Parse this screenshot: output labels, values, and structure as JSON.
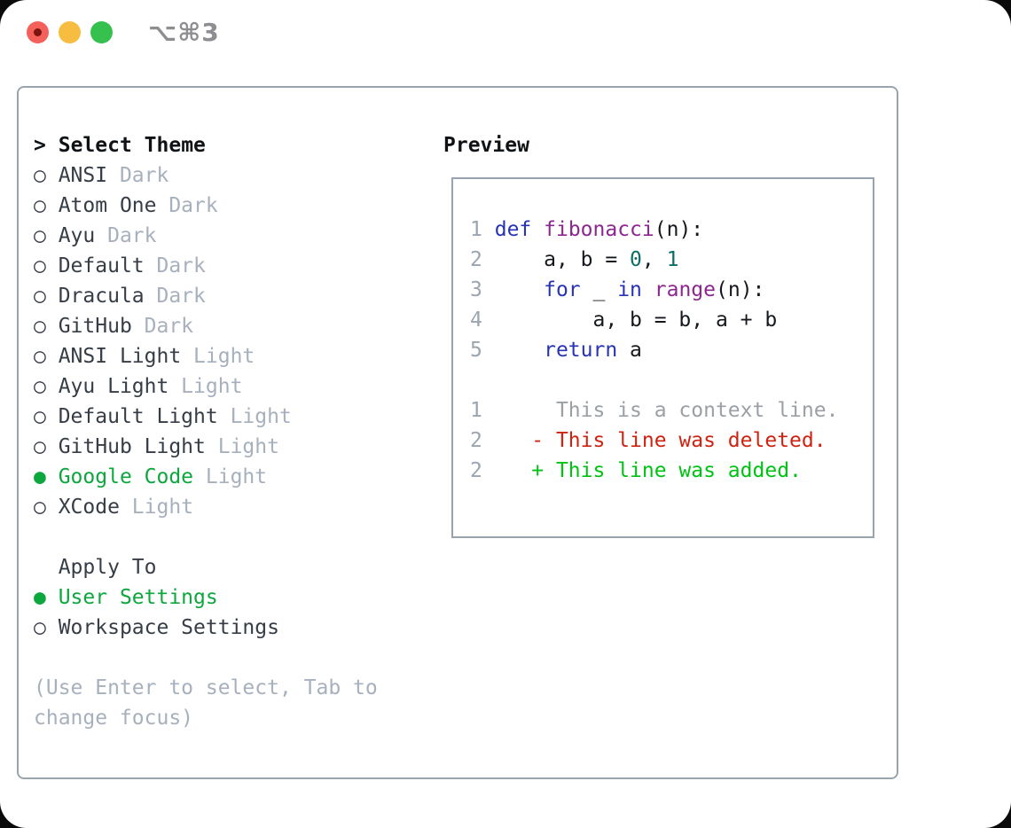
{
  "window": {
    "title_shortcut": "⌥⌘3",
    "traffic_lights": [
      "close",
      "minimize",
      "zoom"
    ]
  },
  "icons": {
    "focus_caret": ">",
    "radio_selected": "●",
    "radio_unselected": "○"
  },
  "colors": {
    "accent_green": "#0ca73d",
    "diff_del_red": "#ce2310",
    "diff_add_green": "#00c213",
    "ctx_gray": "#9aa0a6",
    "muted_gray": "#a7b0bd",
    "item_dark": "#363d46",
    "heading_black": "#101316",
    "kw_blue": "#2733b5",
    "fn_purple": "#8d2790",
    "num_teal": "#0d6e66",
    "lineno_gray": "#9aa5b1",
    "code_black": "#15181c",
    "border_gray": "#9aa4b0",
    "titlebar_gray": "#8d8d92",
    "light_red": "#f4605a",
    "light_red_dot": "#7e1410",
    "light_yellow": "#f7bd40",
    "light_green": "#36c14e"
  },
  "theme_panel": {
    "header_label": "Select Theme",
    "themes": [
      {
        "name": "ANSI",
        "variant": "Dark",
        "selected": false
      },
      {
        "name": "Atom One",
        "variant": "Dark",
        "selected": false
      },
      {
        "name": "Ayu",
        "variant": "Dark",
        "selected": false
      },
      {
        "name": "Default",
        "variant": "Dark",
        "selected": false
      },
      {
        "name": "Dracula",
        "variant": "Dark",
        "selected": false
      },
      {
        "name": "GitHub",
        "variant": "Dark",
        "selected": false
      },
      {
        "name": "ANSI Light",
        "variant": "Light",
        "selected": false
      },
      {
        "name": "Ayu Light",
        "variant": "Light",
        "selected": false
      },
      {
        "name": "Default Light",
        "variant": "Light",
        "selected": false
      },
      {
        "name": "GitHub Light",
        "variant": "Light",
        "selected": false
      },
      {
        "name": "Google Code",
        "variant": "Light",
        "selected": true
      },
      {
        "name": "XCode",
        "variant": "Light",
        "selected": false
      }
    ],
    "apply_to_label": "Apply To",
    "apply_options": [
      {
        "name": "User Settings",
        "selected": true
      },
      {
        "name": "Workspace Settings",
        "selected": false
      }
    ],
    "help_lines": [
      "(Use Enter to select, Tab to",
      "change focus)"
    ]
  },
  "preview_panel": {
    "label": "Preview",
    "lines": [
      {
        "kind": "code-line",
        "ln": "1",
        "tokens": [
          [
            "plain",
            " "
          ],
          [
            "kw",
            "def"
          ],
          [
            "plain",
            " "
          ],
          [
            "fn",
            "fibonacci"
          ],
          [
            "plain",
            "(n):"
          ]
        ]
      },
      {
        "kind": "code-line",
        "ln": "2",
        "tokens": [
          [
            "plain",
            "     a, b = "
          ],
          [
            "num",
            "0"
          ],
          [
            "plain",
            ", "
          ],
          [
            "num",
            "1"
          ]
        ]
      },
      {
        "kind": "code-line",
        "ln": "3",
        "tokens": [
          [
            "plain",
            "     "
          ],
          [
            "kw",
            "for"
          ],
          [
            "plain",
            " _ "
          ],
          [
            "kw",
            "in"
          ],
          [
            "plain",
            " "
          ],
          [
            "fn",
            "range"
          ],
          [
            "plain",
            "(n):"
          ]
        ]
      },
      {
        "kind": "code-line",
        "ln": "4",
        "tokens": [
          [
            "plain",
            "         a, b = b, a + b"
          ]
        ]
      },
      {
        "kind": "code-line",
        "ln": "5",
        "tokens": [
          [
            "plain",
            "     "
          ],
          [
            "kw",
            "return"
          ],
          [
            "plain",
            " a"
          ]
        ]
      },
      {
        "kind": "blank-line",
        "ln": "",
        "tokens": []
      },
      {
        "kind": "diff-context-line",
        "ln": "1",
        "tokens": [
          [
            "ctx",
            "      This is a context line."
          ]
        ]
      },
      {
        "kind": "diff-deleted-line",
        "ln": "2",
        "tokens": [
          [
            "del",
            "    - This line was deleted."
          ]
        ]
      },
      {
        "kind": "diff-added-line",
        "ln": "2",
        "tokens": [
          [
            "add",
            "    + This line was added."
          ]
        ]
      }
    ]
  }
}
